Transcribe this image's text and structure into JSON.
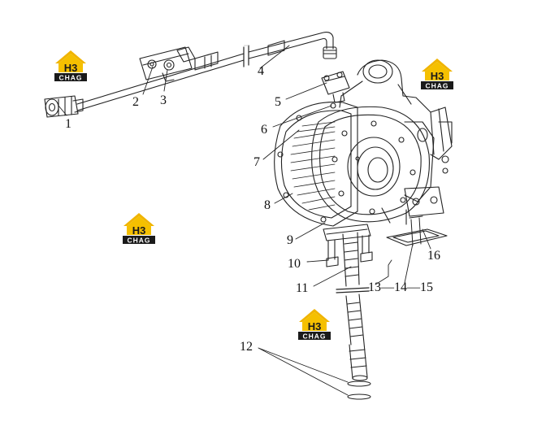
{
  "callouts": {
    "c1": "1",
    "c2": "2",
    "c3": "3",
    "c4": "4",
    "c5": "5",
    "c6": "6",
    "c7": "7",
    "c8": "8",
    "c9": "9",
    "c10": "10",
    "c11": "11",
    "c12": "12",
    "c13": "13—14—15",
    "c16": "16"
  },
  "logo": {
    "mark": "H3",
    "caption": "CHAG",
    "colors": {
      "roof": "#f0b400",
      "text": "#1a1a1a",
      "band": "#1a1a1a",
      "band_text": "#ffffff"
    }
  }
}
